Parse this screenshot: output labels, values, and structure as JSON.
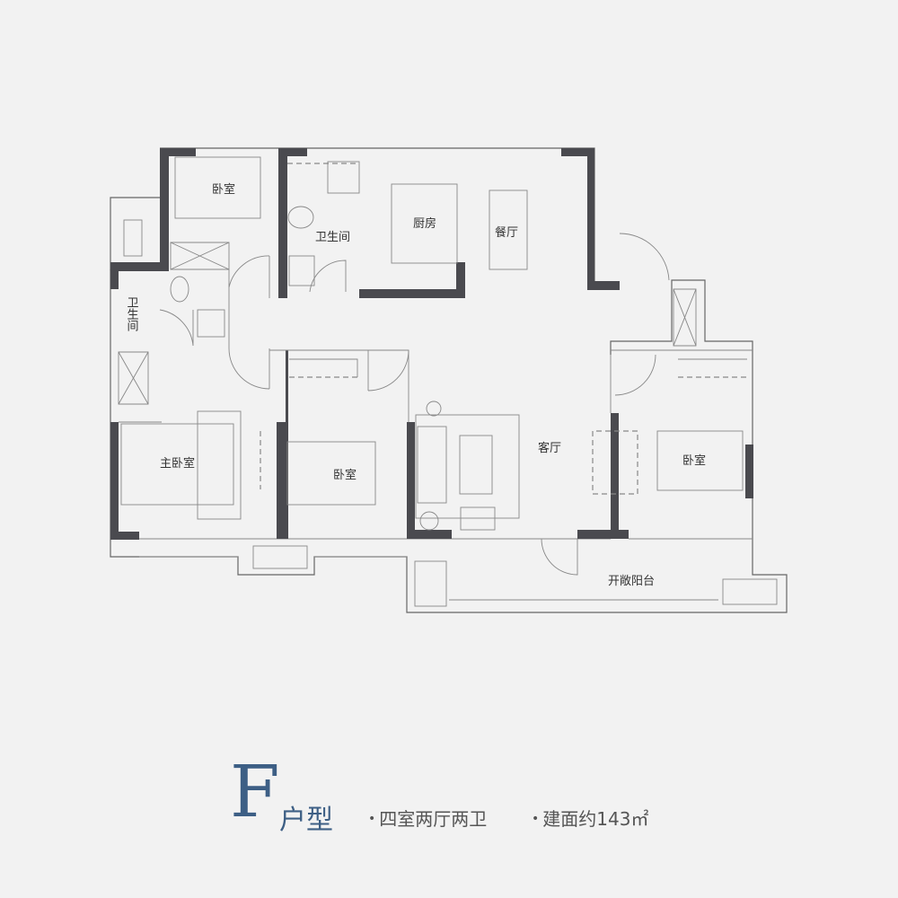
{
  "rooms": {
    "bedroom_top": "卧室",
    "bathroom_main": "卫生间",
    "kitchen": "厨房",
    "dining": "餐厅",
    "bathroom_small": "卫生间",
    "master_bedroom": "主卧室",
    "bedroom_middle": "卧室",
    "living_room": "客厅",
    "bedroom_right": "卧室",
    "balcony": "开敞阳台"
  },
  "caption": {
    "unit_letter": "F",
    "unit_type": "户型",
    "layout": "四室两厅两卫",
    "area": "建面约143㎡"
  },
  "colors": {
    "wall": "#4a4a4f",
    "accent": "#3d5f85",
    "background": "#f2f2f2"
  }
}
